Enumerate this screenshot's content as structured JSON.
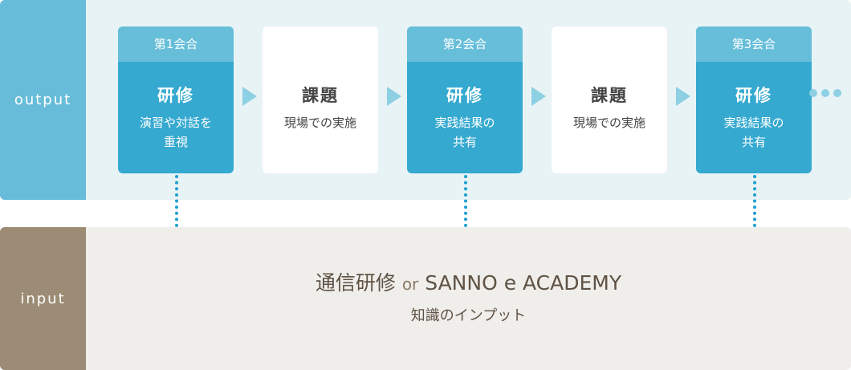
{
  "output": {
    "label": "output",
    "steps": [
      {
        "type": "session",
        "header": "第1会合",
        "title": "研修",
        "lines": [
          "演習や対話を",
          "重視"
        ]
      },
      {
        "type": "task",
        "title": "課題",
        "lines": [
          "現場での実施"
        ]
      },
      {
        "type": "session",
        "header": "第2会合",
        "title": "研修",
        "lines": [
          "実践結果の",
          "共有"
        ]
      },
      {
        "type": "task",
        "title": "課題",
        "lines": [
          "現場での実施"
        ]
      },
      {
        "type": "session",
        "header": "第3会合",
        "title": "研修",
        "lines": [
          "実践結果の",
          "共有"
        ]
      }
    ]
  },
  "input": {
    "label": "input",
    "title_jp": "通信研修",
    "title_or": "or",
    "title_en": "SANNO e ACADEMY",
    "subtitle": "知識のインプット"
  },
  "colors": {
    "output_label": "#67bdd9",
    "session_body": "#35a9d0",
    "input_label": "#9d8c75"
  }
}
